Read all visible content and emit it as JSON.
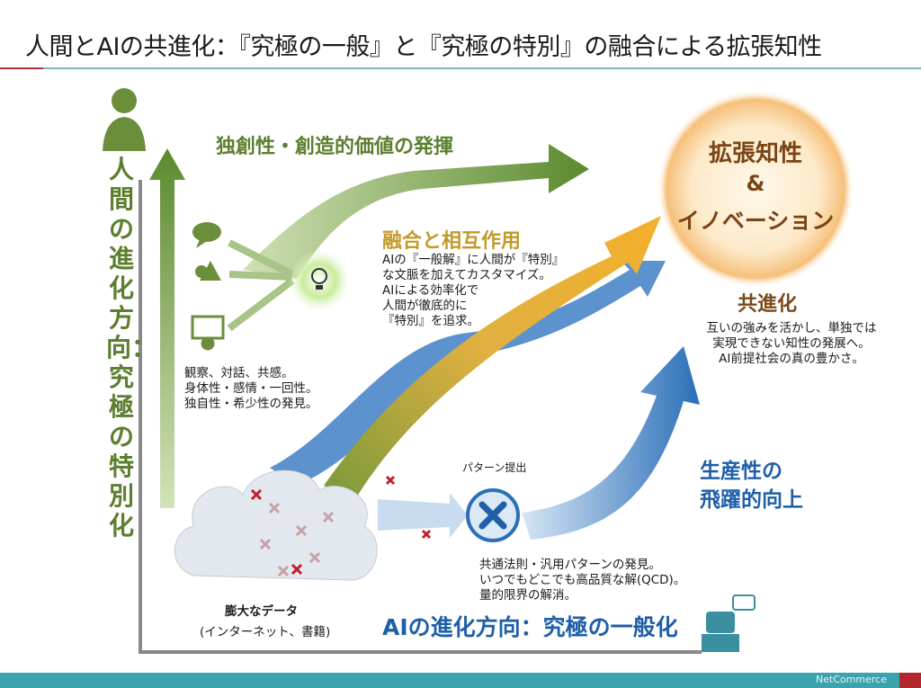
{
  "title": "人間とAIの共進化：『究極の一般』と『究極の特別』の融合による拡張知性",
  "human_axis": {
    "label": "人間の進化方向：究極の特別化"
  },
  "ai_axis": {
    "label": "AIの進化方向：究極の一般化"
  },
  "creativity": {
    "heading": "独創性・創造的価値の発揮"
  },
  "human_traits": [
    "観察、対話、共感。",
    "身体性・感情・一回性。",
    "独自性・希少性の発見。"
  ],
  "fusion": {
    "heading": "融合と相互作用",
    "lines": [
      "AIの『一般解』に人間が『特別』",
      "な文脈を加えてカスタマイズ。",
      "AIによる効率化で",
      "人間が徹底的に",
      "『特別』を追求。"
    ]
  },
  "sphere": {
    "line1": "拡張知性",
    "line2": "&",
    "line3": "イノベーション"
  },
  "coevolution": {
    "heading": "共進化",
    "lines": [
      "互いの強みを活かし、単独では",
      "実現できない知性の発展へ。",
      "AI前提社会の真の豊かさ。"
    ]
  },
  "productivity": {
    "line1": "生産性の",
    "line2": "飛躍的向上"
  },
  "pattern": {
    "label": "パターン提出",
    "lines": [
      "共通法則・汎用パターンの発見。",
      "いつでもどこでも高品質な解(QCD)。",
      "量的限界の解消。"
    ]
  },
  "data": {
    "label": "膨大なデータ",
    "sub": "(インターネット、書籍)"
  },
  "footer": {
    "brand": "NetCommerce"
  },
  "colors": {
    "green": "#5b7f2e",
    "gold": "#c39a2a",
    "blue": "#1f5fa8",
    "teal": "#3aa3ae",
    "red": "#b3262d"
  }
}
